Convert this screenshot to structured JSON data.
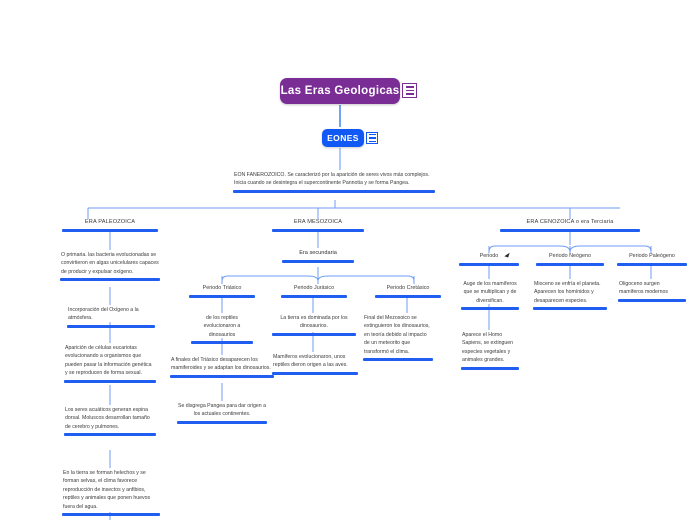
{
  "root": {
    "label": "Las Eras Geologicas",
    "menu_icon": "hamburger-menu-icon",
    "color": "#7b2d96"
  },
  "eon": {
    "label": "EONES",
    "menu_icon": "hamburger-menu-icon",
    "color": "#1159f5"
  },
  "eon_description": "EON FANEROZOICO. Se caracterizó por la aparición de seres vivos más complejos. Inicia cuando se desintegra el supercontinente Pannotia y se forma Pangea.",
  "accent_color": "#1f5ef0",
  "eras": [
    {
      "name": "ERA PALEOZOICA",
      "items": [
        "O primaria. las bacteria evolucionadas se convirtieron en algas unicelulares capaces de producir y expulsar oxígeno.",
        "Incorporación del Oxígeno a la atmósfera.",
        "Aparición de células eucariotas evolucionando a organismos que pueden pasar la información genética y se reproducen de forma sexual.",
        "Los seres acuáticos generan espina dorsal. Moluscos desarrollan tamaño de cerebro y pulmones.",
        "En la tierra se forman helechos y se forman selvas, el clima favorece reproducción de insectos y anfibios, reptiles y animales que ponen huevos fuera del agua."
      ]
    },
    {
      "name": "ERA MESOZOICA",
      "subtitle": "Era secundaria",
      "periods": [
        {
          "name": "Periodo Triásico",
          "items": [
            "de los reptiles evolucionaron a dinosaurios",
            "A finales del Triásico desaparecen los mamiferoides y se adaptan los dinosaurios.",
            "Se disgrega Pangea para dar origen a los actuales continentes."
          ]
        },
        {
          "name": "Periodo Jurásico",
          "items": [
            "La tierra es dominada por los dinosaurios.",
            "Mamíferos evolucionaron, unos reptiles dieron origen a las aves."
          ]
        },
        {
          "name": "Periodo Cretásico",
          "items": [
            "Final del Mezosoico se extinguieron los dinosaurios, en teoría debido al impacto de un meteorito que transformó el clima."
          ]
        }
      ]
    },
    {
      "name": "ERA CENOZOICA o era Terciaria",
      "periods": [
        {
          "name": "Periodo",
          "cursor_icon": "cursor-arrow-icon",
          "items": [
            "Auge de los mamíferos que se multiplican y de diversifican.",
            "Aparece el Homo Sapiens, se extinguen especies vegetales y animales grandes."
          ]
        },
        {
          "name": "Periodo Neógeno",
          "items": [
            "Mioceno se enfría el planeta. Aparecen los homínidos y desaparecen especies."
          ]
        },
        {
          "name": "Periodo Paleógeno",
          "items": [
            "Oligoceno surgen mamíferos modernos"
          ]
        }
      ]
    }
  ]
}
